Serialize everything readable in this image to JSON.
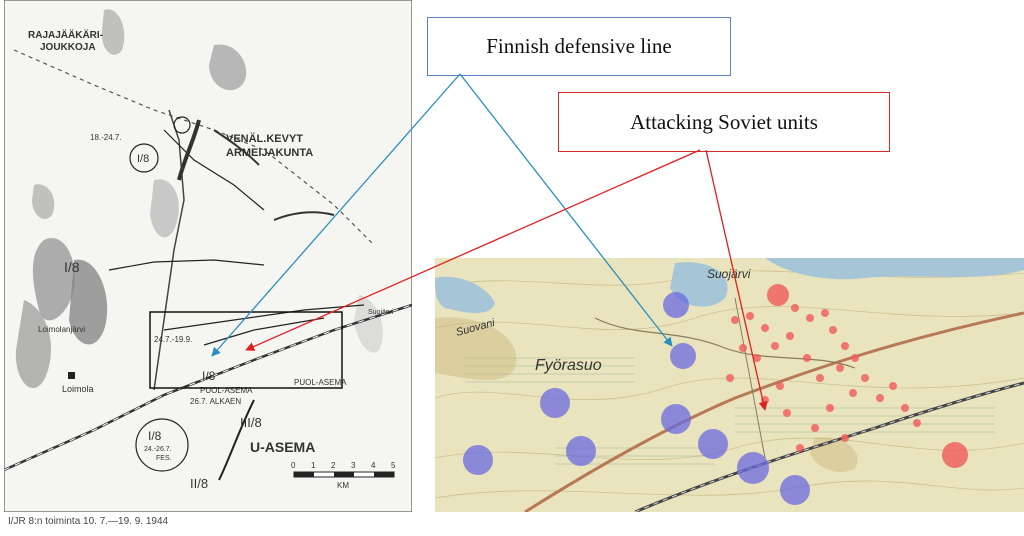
{
  "callouts": {
    "finnish_line": "Finnish defensive line",
    "soviet_units": "Attacking Soviet units"
  },
  "sketch_map": {
    "caption": "I/JR 8:n toiminta 10. 7.—19. 9. 1944",
    "labels": {
      "rajajaakari": "RAJAJÄÄKÄRI-",
      "joukkoja": "JOUKKOJA",
      "venal_kevyt": "VENÄL.KEVYT",
      "armeijakunta": "ARMEIJAKUNTA",
      "unit_i8_a": "I/8",
      "unit_i8_b": "I/8",
      "unit_i8_c": "I/8",
      "unit_i8_d": "I/8",
      "unit_iii8": "III/8",
      "unit_ii8": "II/8",
      "u_asema": "U-ASEMA",
      "puol_asema_1": "PUOL-ASEMA",
      "puol_asema_2": "PUOL-ASEMA",
      "loimola": "Loimola",
      "loimolanjarvi": "Loimolanjärvi",
      "suojarvi": "Suojärvi",
      "date_18_24_7": "18.-24.7.",
      "date_24_19_9": "24.7.-19.9.",
      "date_24_26_7": "24.-26.7.",
      "date_26_7": "26.7. ALKAEN",
      "fes": "FES.",
      "km": "KM",
      "scale_ticks": [
        "0",
        "1",
        "2",
        "3",
        "4",
        "5"
      ]
    }
  },
  "topo_map": {
    "labels": {
      "suojarvi": "Suojärvi",
      "fyorasuo": "Fyörasuo",
      "suovani": "Suovani"
    }
  },
  "colors": {
    "finnish_arrow": "#2a8fc0",
    "soviet_arrow": "#e02020",
    "finnish_units": "#6a6ae0",
    "soviet_units": "#f05a5a"
  }
}
